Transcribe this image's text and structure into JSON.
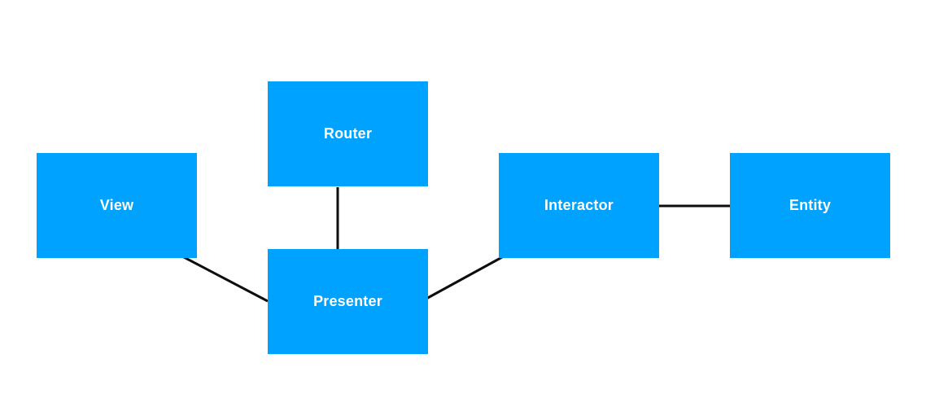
{
  "diagram": {
    "box_color": "#00A2FF",
    "line_color": "#0D0D0D",
    "nodes": {
      "router": "Router",
      "view": "View",
      "presenter": "Presenter",
      "interactor": "Interactor",
      "entity": "Entity"
    },
    "edges": [
      {
        "from": "view",
        "to": "presenter"
      },
      {
        "from": "router",
        "to": "presenter"
      },
      {
        "from": "presenter",
        "to": "interactor"
      },
      {
        "from": "interactor",
        "to": "entity"
      }
    ]
  }
}
